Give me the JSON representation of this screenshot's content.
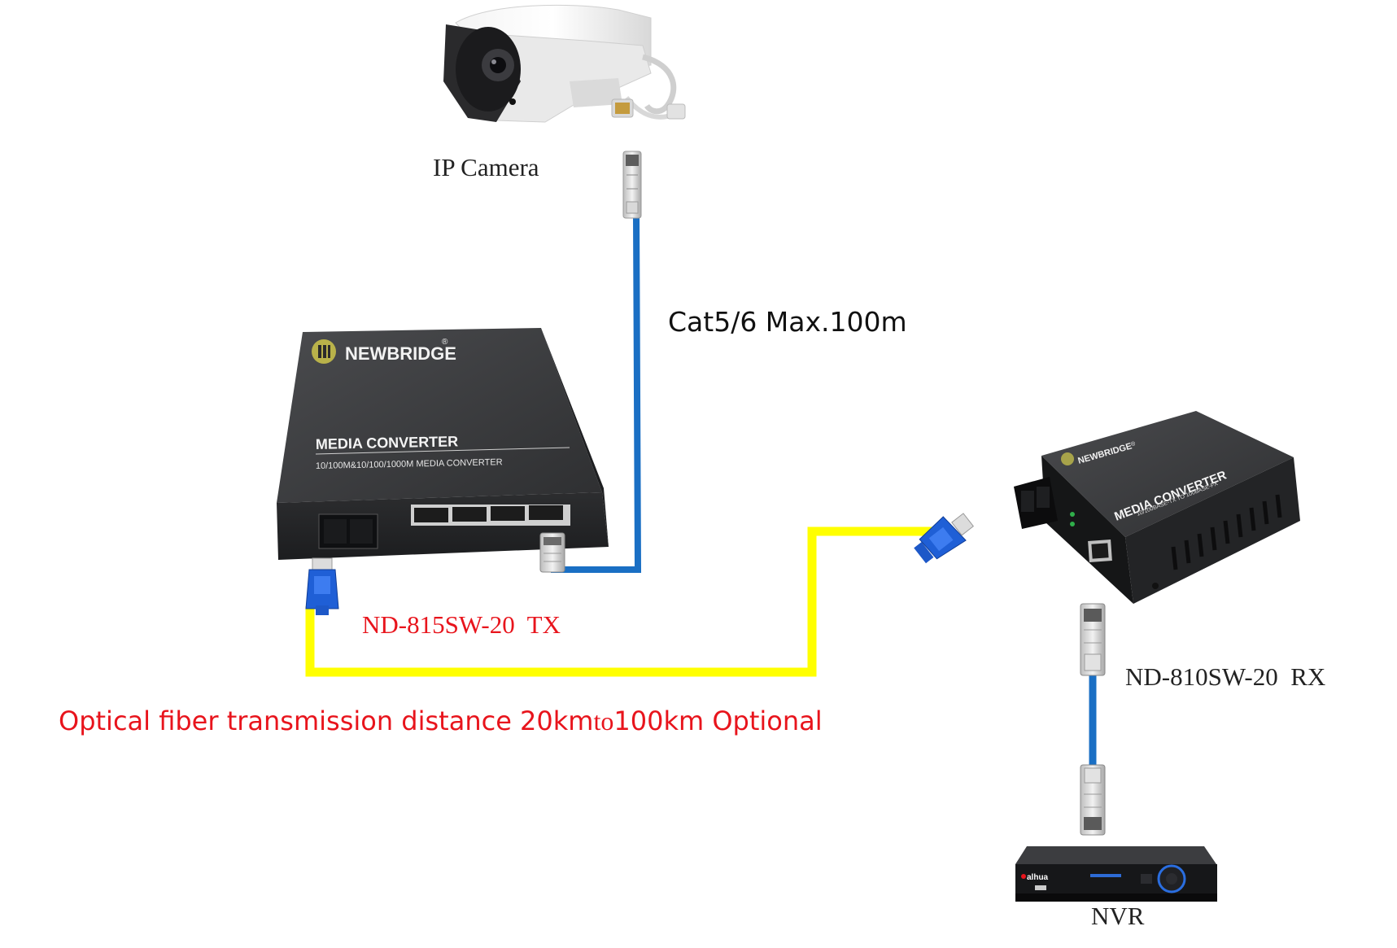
{
  "labels": {
    "ip_camera": "IP Camera",
    "cat_cable": "Cat5/6 Max.100m",
    "tx_model": "ND-815SW-20  TX",
    "rx_model": "ND-810SW-20  RX",
    "fiber_note": "Optical fiber transmission distance 20km",
    "fiber_note_to": "to",
    "fiber_note_tail": "100km Optional",
    "nvr": "NVR"
  },
  "tx_device": {
    "brand": "NEWBRIDGE",
    "registered": "®",
    "title": "MEDIA CONVERTER",
    "subtitle": "10/100M&10/100/1000M MEDIA CONVERTER"
  },
  "rx_device": {
    "brand": "NEWBRIDGE",
    "registered": "®",
    "title": "MEDIA CONVERTER",
    "subtitle": "10/100BASE-TX TO 100BASE-FX"
  },
  "nvr_device": {
    "brand": "alhua"
  },
  "colors": {
    "ethernet_cable": "#1a6fc4",
    "fiber_cable": "#ffff00",
    "label_red": "#e8141c",
    "device_body": "#3a3b3d",
    "sc_connector": "#1f5fd6"
  }
}
